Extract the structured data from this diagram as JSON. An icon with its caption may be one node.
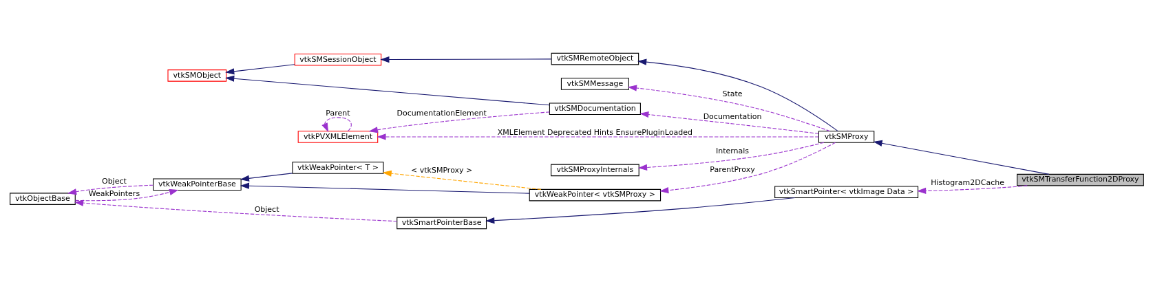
{
  "diagram": {
    "nodes": [
      {
        "text": [
          "vtkSMTransferFunction2DProxy"
        ]
      },
      {
        "text": [
          "vtkSMProxy"
        ]
      },
      {
        "text": [
          "vtkSMRemoteObject"
        ]
      },
      {
        "text": [
          "vtkSMSessionObject"
        ]
      },
      {
        "text": [
          "vtkSMObject"
        ]
      },
      {
        "text": [
          "vtkSMMessage"
        ]
      },
      {
        "text": [
          "vtkSMDocumentation"
        ]
      },
      {
        "text": [
          "vtkPVXMLElement"
        ]
      },
      {
        "text": [
          "vtkSMProxyInternals"
        ]
      },
      {
        "text": [
          "vtkWeakPointer< vtkSMProxy >"
        ]
      },
      {
        "text": [
          "vtkWeakPointer< T >"
        ]
      },
      {
        "text": [
          "vtkWeakPointerBase"
        ]
      },
      {
        "text": [
          "vtkObjectBase"
        ]
      },
      {
        "text": [
          "vtkSmartPointerBase"
        ]
      },
      {
        "text": [
          "vtkSmartPointer< vtkImage Data >"
        ]
      }
    ],
    "edges": [
      {
        "from": 0,
        "to": 1,
        "arrow": "to",
        "color": "#191970"
      },
      {
        "from": 0,
        "to": 14,
        "arrow": "to",
        "style": "dashed",
        "label": "Histogram2DCache"
      },
      {
        "from": 1,
        "to": 2,
        "arrow": "to",
        "color": "#191970"
      },
      {
        "from": 2,
        "to": 3,
        "arrow": "to",
        "color": "#191970"
      },
      {
        "from": 3,
        "to": 4,
        "arrow": "to",
        "color": "#191970"
      },
      {
        "from": 6,
        "to": 4,
        "arrow": "to",
        "color": "#191970"
      },
      {
        "from": 1,
        "to": 5,
        "arrow": "to",
        "style": "dashed",
        "label": "State"
      },
      {
        "from": 1,
        "to": 6,
        "arrow": "to",
        "style": "dashed",
        "label": "Documentation"
      },
      {
        "from": 1,
        "to": 7,
        "arrow": "to",
        "style": "dashed",
        "label": "XMLElement Deprecated Hints EnsurePluginLoaded"
      },
      {
        "from": 6,
        "to": 7,
        "arrow": "to",
        "style": "dashed",
        "label": "DocumentationElement"
      },
      {
        "from": 7,
        "to": 7,
        "arrow": "to",
        "style": "dashed",
        "label": "Parent"
      },
      {
        "from": 1,
        "to": 8,
        "arrow": "to",
        "style": "dashed",
        "label": "Internals"
      },
      {
        "from": 1,
        "to": 9,
        "arrow": "to",
        "style": "dashed",
        "label": "ParentProxy"
      },
      {
        "from": 9,
        "to": 11,
        "arrow": "to",
        "color": "#191970"
      },
      {
        "from": 9,
        "to": 10,
        "arrow": "to",
        "style": "dashed",
        "color": "#ffa500",
        "label": "< vtkSMProxy >"
      },
      {
        "from": 10,
        "to": 11,
        "arrow": "to",
        "color": "#191970"
      },
      {
        "from": 12,
        "to": 11,
        "arrow": "to",
        "style": "dashed",
        "label": "WeakPointers"
      },
      {
        "from": 11,
        "to": 12,
        "arrow": "to",
        "style": "dashed",
        "label": "Object"
      },
      {
        "from": 13,
        "to": 12,
        "arrow": "to",
        "style": "dashed",
        "label": "Object"
      },
      {
        "from": 14,
        "to": 13,
        "arrow": "to",
        "color": "#191970"
      }
    ]
  }
}
